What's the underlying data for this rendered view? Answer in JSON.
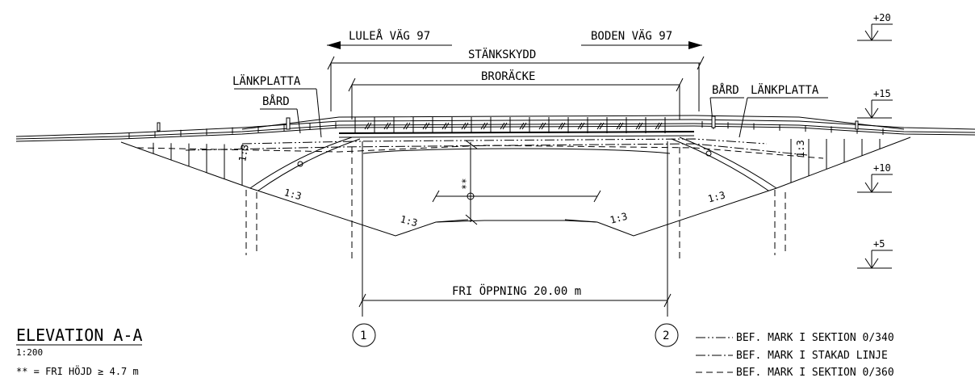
{
  "directions": {
    "left": "LULEÅ VÄG 97",
    "right": "BODEN VÄG 97"
  },
  "labels": {
    "stankskydd": "STÄNKSKYDD",
    "brorarcke": "BRORÄCKE",
    "lankplatta_left": "LÄNKPLATTA",
    "bard_left": "BÅRD",
    "bard_right": "BÅRD",
    "lankplatta_right": "LÄNKPLATTA",
    "fri_oppning": "FRI ÖPPNING 20.00 m",
    "double_star": "**"
  },
  "slopes": [
    "1:3",
    "1:3",
    "1:3",
    "1:3",
    "1:3",
    "1:3"
  ],
  "elevations": [
    "+20",
    "+15",
    "+10",
    "+5"
  ],
  "title": {
    "main": "ELEVATION A-A",
    "scale": "1:200",
    "note": "** = FRI HÖJD ≥ 4.7 m"
  },
  "supports": [
    "1",
    "2"
  ],
  "legend": [
    "BEF. MARK I SEKTION 0/340",
    "BEF. MARK I STAKAD LINJE",
    "BEF. MARK I SEKTION 0/360"
  ]
}
